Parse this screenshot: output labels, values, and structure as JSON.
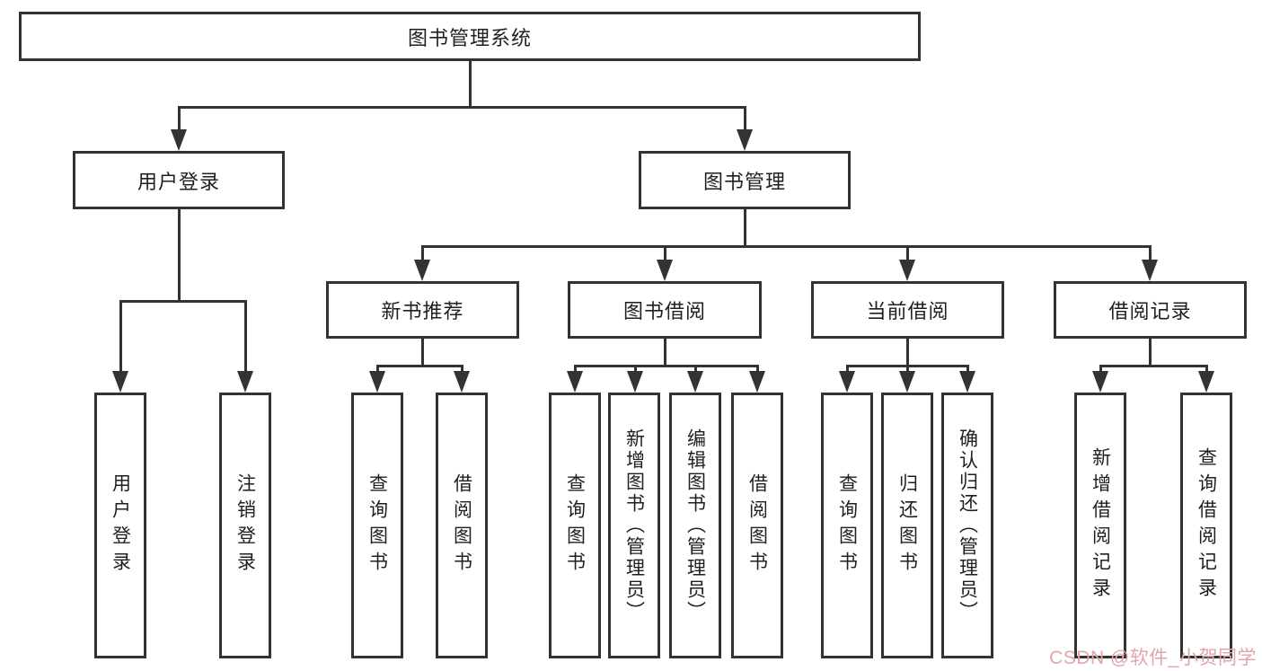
{
  "diagram": {
    "root": {
      "label": "图书管理系统"
    },
    "level2": [
      {
        "label": "用户登录",
        "children": [
          {
            "label": "用户登录"
          },
          {
            "label": "注销登录"
          }
        ]
      },
      {
        "label": "图书管理",
        "children": [
          {
            "label": "新书推荐",
            "children": [
              {
                "label": "查询图书"
              },
              {
                "label": "借阅图书"
              }
            ]
          },
          {
            "label": "图书借阅",
            "children": [
              {
                "label": "查询图书"
              },
              {
                "label": "新增图书（管理员）"
              },
              {
                "label": "编辑图书（管理员）"
              },
              {
                "label": "借阅图书"
              }
            ]
          },
          {
            "label": "当前借阅",
            "children": [
              {
                "label": "查询图书"
              },
              {
                "label": "归还图书"
              },
              {
                "label": "确认归还（管理员）"
              }
            ]
          },
          {
            "label": "借阅记录",
            "children": [
              {
                "label": "新增借阅记录"
              },
              {
                "label": "查询借阅记录"
              }
            ]
          }
        ]
      }
    ]
  },
  "watermark": {
    "text": "CSDN @软件_小贺同学",
    "color": "#e2a6a6"
  },
  "colors": {
    "line": "#333333",
    "text": "#1f1f1f",
    "background": "#ffffff"
  }
}
